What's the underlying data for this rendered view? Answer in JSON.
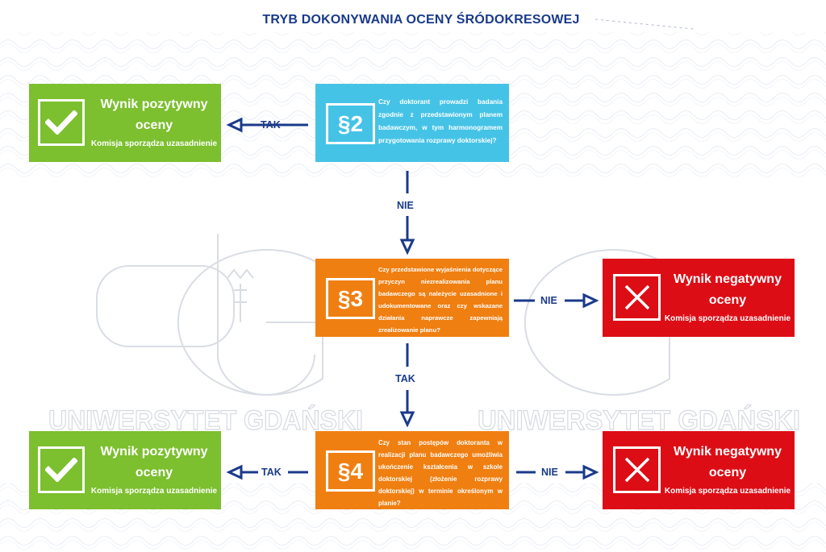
{
  "title": "TRYB DOKONYWANIA OCENY ŚRÓDOKRESOWEJ",
  "watermark": {
    "left": "UNIWERSYTET GDAŃSKI",
    "right": "UNIWERSYTET GDAŃSKI"
  },
  "colors": {
    "green": "#7cbf2f",
    "cyan": "#45c3e6",
    "orange": "#f07f11",
    "red": "#dd0d16",
    "navy": "#1a3a8a"
  },
  "nodes": {
    "q2": {
      "icon": "§2",
      "text": "Czy doktorant prowadzi badania zgodnie z przedstawionym planem badawczym, w tym harmonogramem przygotowania rozprawy doktorskiej?"
    },
    "q3": {
      "icon": "§3",
      "text": "Czy przedstawione wyjaśnienia dotyczące przyczyn niezrealizowania planu badawczego są należycie uzasadnione i udokumentowane oraz czy wskazane działania naprawcze zapewniają zrealizowanie planu?"
    },
    "q4": {
      "icon": "§4",
      "text": "Czy stan postępów doktoranta w realizacji planu badawczego umożliwia ukończenie kształcenia w szkole doktorskiej (złożenie rozprawy doktorskiej) w terminie określonym w planie?"
    },
    "pos1": {
      "icon": "check-icon",
      "title": "Wynik pozytywny oceny",
      "subtitle": "Komisja sporządza uzasadnienie"
    },
    "pos2": {
      "icon": "check-icon",
      "title": "Wynik pozytywny oceny",
      "subtitle": "Komisja sporządza uzasadnienie"
    },
    "neg1": {
      "icon": "x-icon",
      "title": "Wynik negatywny oceny",
      "subtitle": "Komisja sporządza uzasadnienie"
    },
    "neg2": {
      "icon": "x-icon",
      "title": "Wynik negatywny oceny",
      "subtitle": "Komisja sporządza uzasadnienie"
    }
  },
  "edges": [
    {
      "from": "q2",
      "to": "pos1",
      "label": "TAK"
    },
    {
      "from": "q2",
      "to": "q3",
      "label": "NIE"
    },
    {
      "from": "q3",
      "to": "neg1",
      "label": "NIE"
    },
    {
      "from": "q3",
      "to": "q4",
      "label": "TAK"
    },
    {
      "from": "q4",
      "to": "pos2",
      "label": "TAK"
    },
    {
      "from": "q4",
      "to": "neg2",
      "label": "NIE"
    }
  ]
}
